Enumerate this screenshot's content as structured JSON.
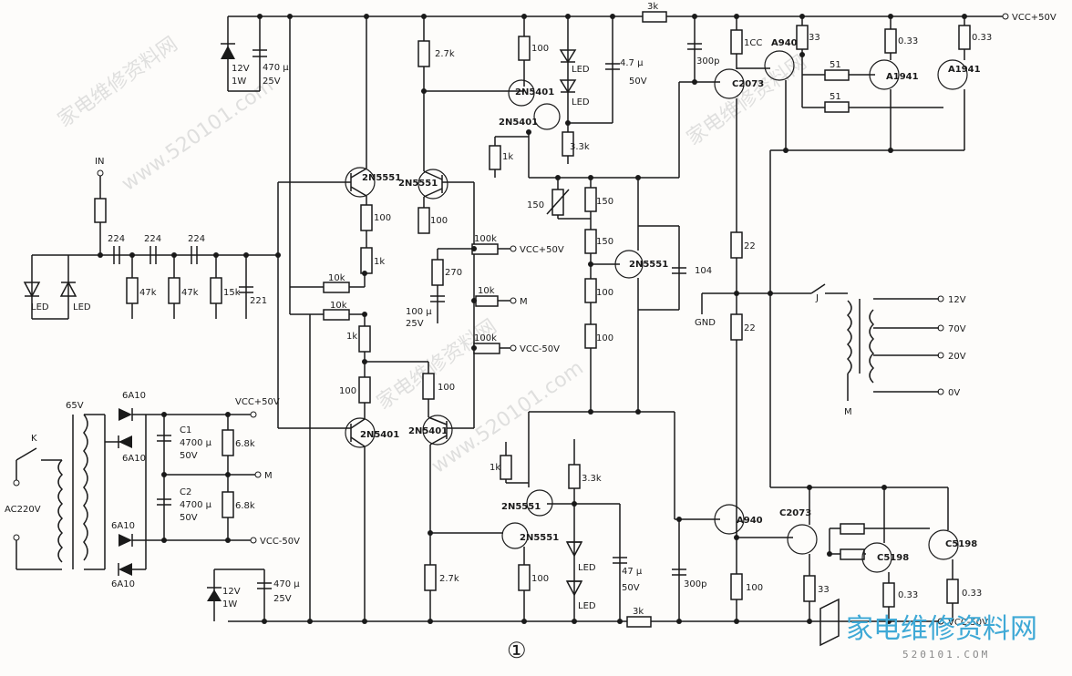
{
  "figure_number": "①",
  "rails": {
    "vcc_pos_top": "VCC+50V",
    "vcc_pos_mid": "VCC+50V",
    "vcc_pos_psu": "VCC+50V",
    "vcc_neg_mid": "VCC-50V",
    "vcc_neg_psu": "VCC-50V",
    "vcc_neg_bottom": "VCC-50V",
    "m_mid": "M",
    "m_psu": "M",
    "m_trans": "M",
    "gnd": "GND"
  },
  "input": {
    "label": "IN"
  },
  "leds": {
    "led_a": "LED",
    "led_b": "LED",
    "led_top1": "LED",
    "led_top2": "LED",
    "led_bot1": "LED",
    "led_bot2": "LED"
  },
  "input_filter": {
    "cap1": "224",
    "cap2": "224",
    "cap3": "224",
    "r1": "47k",
    "r2": "47k",
    "r3": "15k",
    "c_out": "221"
  },
  "top_zener": {
    "zener": "12V",
    "zener_w": "1W",
    "cap": "470 µ",
    "cap_v": "25V"
  },
  "bottom_zener": {
    "zener": "12V",
    "zener_w": "1W",
    "cap": "470 µ",
    "cap_v": "25V"
  },
  "transistors": {
    "q_in_left": "2N5551",
    "q_in_right": "2N5551",
    "q_top1": "2N5401",
    "q_top2": "2N5401",
    "q_bias": "2N5551",
    "q_low_left": "2N5401",
    "q_low_right": "2N5401",
    "q_bot1": "2N5551",
    "q_bot2": "2N5551",
    "q_drv_top": "C2073",
    "q_pre_top": "A940",
    "q_out_top1": "A1941",
    "q_out_top2": "A1941",
    "q_drv_bot": "A940",
    "q_pre_bot": "C2073",
    "q_out_bot1": "C5198",
    "q_out_bot2": "C5198"
  },
  "resistors": {
    "r_2k7_top": "2.7k",
    "r_100_top": "100",
    "r_100_a": "100",
    "r_1k_a": "1k",
    "r_100_b": "100",
    "r_10k_a": "10k",
    "r_10k_b": "10k",
    "r_1k_b": "1k",
    "r_100_c": "100",
    "r_100_d": "100",
    "r_270": "270",
    "r_100k_a": "100k",
    "r_10k_c": "10k",
    "r_100k_b": "100k",
    "r_1k_top": "1k",
    "r_3k3_top": "3.3k",
    "r_pot": "150",
    "r_150": "150",
    "r_150b": "150",
    "r_100e": "100",
    "r_100f": "100",
    "r_1k_bot": "1k",
    "r_3k3_bot": "3.3k",
    "r_2k7_bot": "2.7k",
    "r_100_bot": "100",
    "r_3k_top": "3k",
    "r_3k_bot": "3k",
    "r_22a": "22",
    "r_22b": "22",
    "r_100cc": "1CC",
    "r_33a": "33",
    "r_033a": "0.33",
    "r_033b": "0.33",
    "r_51a": "51",
    "r_51b": "51",
    "r_100g": "100",
    "r_33b": "33",
    "r_033c": "0.33",
    "r_033d": "0.33"
  },
  "capacitors": {
    "c_47u": "4.7 µ",
    "c_47u_v": "50V",
    "c_100u": "100 µ",
    "c_100u_v": "25V",
    "c_104": "104",
    "c_300p_top": "300p",
    "c_300p_bot": "300p",
    "c_47": "47 µ",
    "c_47_v": "50V",
    "c1": "C1",
    "c1_val": "4700 µ",
    "c1_v": "50V",
    "c2": "C2",
    "c2_val": "4700 µ",
    "c2_v": "50V",
    "r_68a": "6.8k",
    "r_68b": "6.8k"
  },
  "psu": {
    "ac": "AC220V",
    "switch": "K",
    "sec": "65V",
    "d1": "6A10",
    "d2": "6A10",
    "d3": "6A10",
    "d4": "6A10"
  },
  "transformer": {
    "j": "J",
    "tap1": "12V",
    "tap2": "70V",
    "tap3": "20V",
    "tap4": "0V"
  },
  "watermarks": [
    "家电维修资料网",
    "www.520101.com",
    "家电维修资料网",
    "www.520101.com",
    "家电维修资料网"
  ],
  "logo": {
    "title": "家电维修资料网",
    "url": "520101.COM"
  }
}
